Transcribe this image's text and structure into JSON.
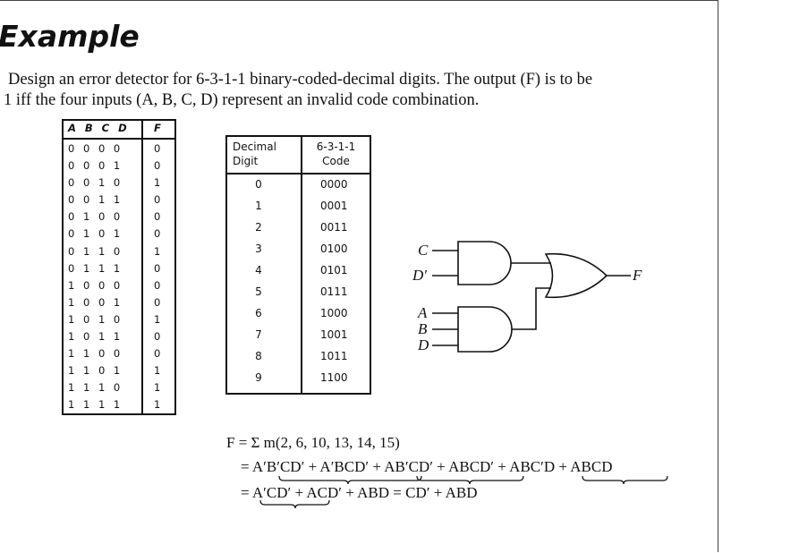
{
  "title": "Example",
  "problem": {
    "line1": "Design an error detector for 6-3-1-1 binary-coded-decimal digits. The output (F) is to be",
    "line2": "1 iff the four inputs (A, B, C, D) represent an invalid code combination."
  },
  "truth_table": {
    "headers": [
      "A B C D",
      "F"
    ],
    "rows": [
      [
        "0 0 0 0",
        "0"
      ],
      [
        "0 0 0 1",
        "0"
      ],
      [
        "0 0 1 0",
        "1"
      ],
      [
        "0 0 1 1",
        "0"
      ],
      [
        "0 1 0 0",
        "0"
      ],
      [
        "0 1 0 1",
        "0"
      ],
      [
        "0 1 1 0",
        "1"
      ],
      [
        "0 1 1 1",
        "0"
      ],
      [
        "1 0 0 0",
        "0"
      ],
      [
        "1 0 0 1",
        "0"
      ],
      [
        "1 0 1 0",
        "1"
      ],
      [
        "1 0 1 1",
        "0"
      ],
      [
        "1 1 0 0",
        "0"
      ],
      [
        "1 1 0 1",
        "1"
      ],
      [
        "1 1 1 0",
        "1"
      ],
      [
        "1 1 1 1",
        "1"
      ]
    ]
  },
  "code_table": {
    "header_decimal_1": "Decimal",
    "header_decimal_2": "Digit",
    "header_code_1": "6-3-1-1",
    "header_code_2": "Code",
    "rows": [
      [
        "0",
        "0000"
      ],
      [
        "1",
        "0001"
      ],
      [
        "2",
        "0011"
      ],
      [
        "3",
        "0100"
      ],
      [
        "4",
        "0101"
      ],
      [
        "5",
        "0111"
      ],
      [
        "6",
        "1000"
      ],
      [
        "7",
        "1001"
      ],
      [
        "8",
        "1011"
      ],
      [
        "9",
        "1100"
      ]
    ]
  },
  "diagram": {
    "input_c": "C",
    "input_d_prime": "D′",
    "input_a": "A",
    "input_b": "B",
    "input_d": "D",
    "output": "F"
  },
  "equations": {
    "line1": "F = Σ m(2, 6, 10, 13, 14, 15)",
    "line2": "= A′B′CD′ + A′BCD′ + AB′CD′ + ABCD′ + ABC′D + ABCD",
    "line3": "= A′CD′ + ACD′ + ABD = CD′ + ABD"
  }
}
